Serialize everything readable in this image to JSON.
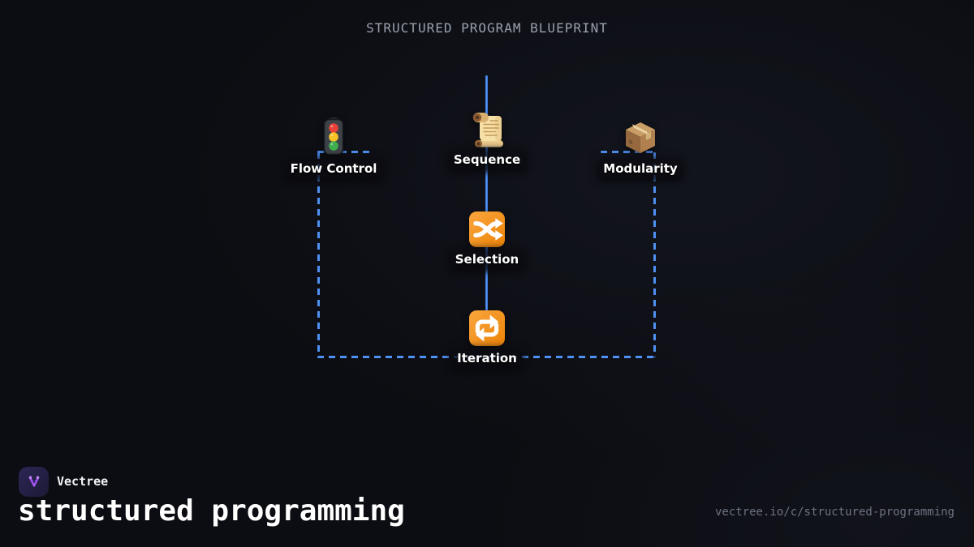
{
  "title": "STRUCTURED PROGRAM BLUEPRINT",
  "diagram": {
    "nodes": [
      {
        "id": "sequence",
        "label": "Sequence",
        "icon": "scroll-icon"
      },
      {
        "id": "selection",
        "label": "Selection",
        "icon": "shuffle-icon"
      },
      {
        "id": "iteration",
        "label": "Iteration",
        "icon": "repeat-icon"
      },
      {
        "id": "flow-control",
        "label": "Flow Control",
        "icon": "traffic-light-icon"
      },
      {
        "id": "modularity",
        "label": "Modularity",
        "icon": "package-icon"
      }
    ],
    "connections": [
      {
        "from": "sequence",
        "to": "selection",
        "style": "solid"
      },
      {
        "from": "selection",
        "to": "iteration",
        "style": "solid"
      },
      {
        "from": "flow-control",
        "to": "iteration",
        "style": "dashed"
      },
      {
        "from": "modularity",
        "to": "iteration",
        "style": "dashed"
      }
    ],
    "colors": {
      "background": "#0c0d12",
      "solid_line": "#3e86f2",
      "dashed_line": "#4f91f2",
      "node_orange": "#f4900c",
      "label_text": "#ffffff"
    }
  },
  "footer": {
    "brand": "Vectree",
    "brand_accent": "#a458f0",
    "topic": "structured programming",
    "url": "vectree.io/c/structured-programming"
  }
}
